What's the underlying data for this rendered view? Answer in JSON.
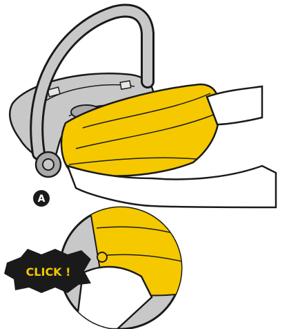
{
  "callout": {
    "letter": "A"
  },
  "burst": {
    "text": "CLICK !"
  },
  "colors": {
    "canopy_yellow": "#f5c800",
    "shell_gray": "#c8c8c8",
    "shell_gray_dark": "#a9a9a9",
    "outline": "#1a1a1a",
    "badge_fill": "#1a1a1a",
    "burst_fill": "#1a1a1a"
  },
  "icons": [
    "handle",
    "car-seat-shell",
    "sun-canopy",
    "hand",
    "magnifier-circle",
    "click-burst",
    "callout-badge"
  ]
}
